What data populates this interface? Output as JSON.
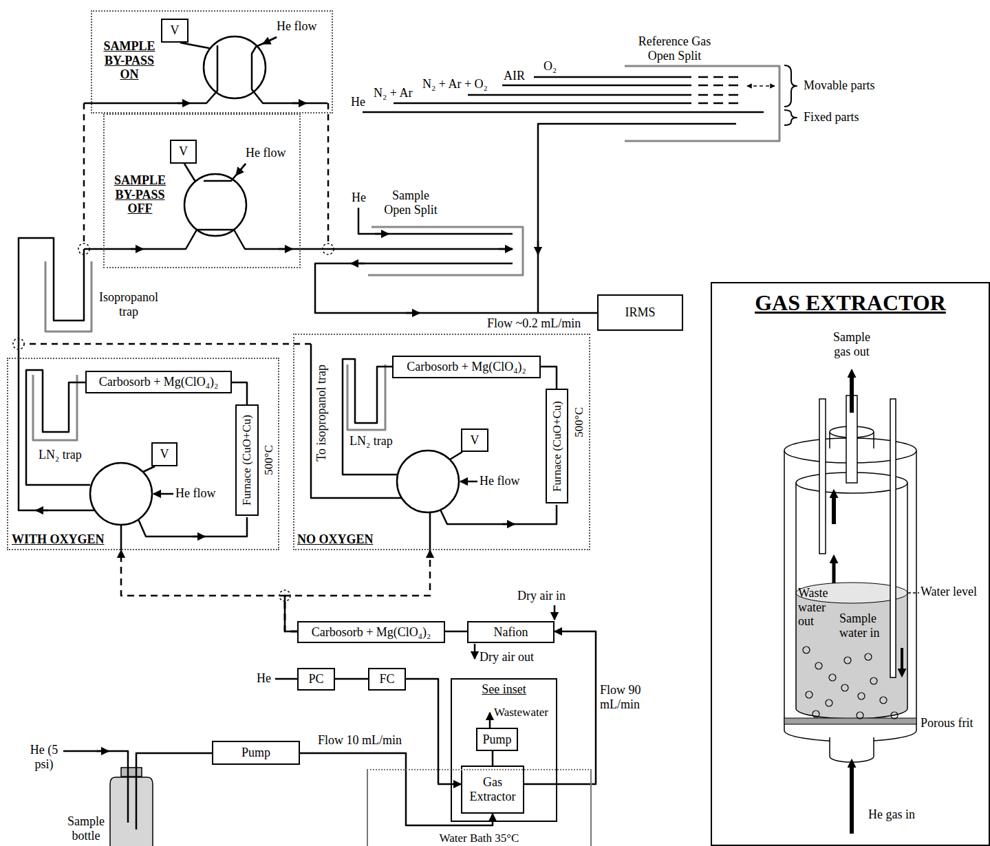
{
  "diagram": {
    "nodes": [
      {
        "text": [
          "SAMPLE BY-PASS ON"
        ]
      },
      {
        "text": [
          "V"
        ],
        "in": 0
      },
      {
        "text": [
          "SAMPLE BY-PASS OFF"
        ]
      },
      {
        "text": [
          "V"
        ],
        "in": 2
      },
      {
        "text": [
          "IRMS"
        ]
      },
      {
        "text": [
          "WITH OXYGEN"
        ]
      },
      {
        "text": [
          "Carbosorb + Mg(ClO₄)₂"
        ],
        "in": 5
      },
      {
        "text": [
          "V"
        ],
        "in": 5
      },
      {
        "text": [
          "Furnace (CuO+Cu)",
          "500°C"
        ],
        "in": 5
      },
      {
        "text": [
          "NO OXYGEN"
        ]
      },
      {
        "text": [
          "Carbosorb + Mg(ClO₄)₂"
        ],
        "in": 9
      },
      {
        "text": [
          "V"
        ],
        "in": 9
      },
      {
        "text": [
          "Furnace (CuO+Cu)",
          "500°C"
        ],
        "in": 9
      },
      {
        "text": [
          "Carbosorb + Mg(ClO₄)₂"
        ]
      },
      {
        "text": [
          "Nafion"
        ]
      },
      {
        "text": [
          "PC"
        ]
      },
      {
        "text": [
          "FC"
        ]
      },
      {
        "text": [
          "See inset"
        ]
      },
      {
        "text": [
          "Pump"
        ],
        "in": 17
      },
      {
        "text": [
          "Gas Extractor"
        ],
        "in": 17
      },
      {
        "text": [
          "Sample bottle"
        ]
      },
      {
        "text": [
          "Pump"
        ]
      },
      {
        "text": [
          "Water Bath 35°C"
        ]
      },
      {
        "text": [
          "GAS EXTRACTOR"
        ]
      }
    ],
    "edges": [
      {
        "from": 20,
        "to": 21,
        "arrow": "none"
      },
      {
        "from": 21,
        "to": 19,
        "arrow": "to",
        "label": "Flow 10 mL/min"
      },
      {
        "from": 15,
        "to": 16,
        "arrow": "none"
      },
      {
        "from": 16,
        "to": 19,
        "arrow": "to"
      },
      {
        "from": 19,
        "to": 18,
        "arrow": "none"
      },
      {
        "from": 19,
        "to": 14,
        "arrow": "to",
        "label": "Flow 90 mL/min"
      },
      {
        "from": 14,
        "to": 13,
        "arrow": "none"
      },
      {
        "from": 13,
        "to": 5,
        "arrow": "to"
      },
      {
        "from": 13,
        "to": 9,
        "arrow": "to"
      },
      {
        "from": 8,
        "to": 6,
        "arrow": "none"
      },
      {
        "from": 12,
        "to": 10,
        "arrow": "none"
      }
    ],
    "labels": [
      "He flow",
      "He flow",
      "Reference Gas Open Split",
      "O₂",
      "AIR",
      "N₂ + Ar + O₂",
      "N₂ + Ar",
      "He",
      "Movable parts",
      "Fixed parts",
      "He",
      "Sample Open Split",
      "Isopropanol trap",
      "Flow ~0.2 mL/min",
      "LN₂ trap",
      "He flow",
      "To isopropanol trap",
      "LN₂ trap",
      "He flow",
      "Dry air in",
      "Dry air out",
      "He",
      "Wastewater",
      "He (5 psi)",
      "Sample gas out",
      "Water level",
      "Waste water out",
      "Sample water in",
      "Porous frit",
      "He gas in"
    ]
  }
}
